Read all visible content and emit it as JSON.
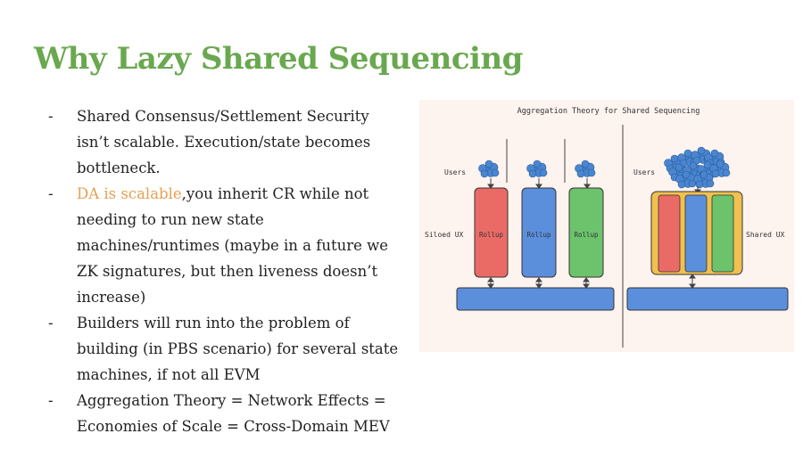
{
  "slide": {
    "title": "Why Lazy Shared Sequencing",
    "bullets": [
      {
        "parts": [
          {
            "text": "Shared Consensus/Settlement Security isn’t scalable. Execution/state becomes bottleneck.",
            "highlight": false
          }
        ]
      },
      {
        "parts": [
          {
            "text": "DA is scalable",
            "highlight": true
          },
          {
            "text": ",you inherit CR while not needing to run new state machines/runtimes (maybe in a future we ZK signatures, but then liveness doesn’t increase)",
            "highlight": false
          }
        ]
      },
      {
        "parts": [
          {
            "text": "Builders will run into the problem of building (in PBS scenario) for several state machines, if not all EVM",
            "highlight": false
          }
        ]
      },
      {
        "parts": [
          {
            "text": "Aggregation Theory = Network Effects = Economies of Scale = Cross-Domain MEV",
            "highlight": false
          }
        ]
      }
    ],
    "bullet_marker": "-",
    "highlight_color": "#e6a050",
    "title_color": "#6aa84f"
  },
  "diagram": {
    "title": "Aggregation Theory for Shared Sequencing",
    "left_label": "Siloed UX",
    "right_label": "Shared UX",
    "users_label_left": "Users",
    "users_label_right": "Users",
    "rollup_label": "Rollup",
    "rollup_colors": [
      "#ea6b66",
      "#5b8fdc",
      "#6cc36c"
    ],
    "base_color": "#5b8fdc",
    "shared_box_color": "#f0c050",
    "cloud_color": "#4a86d0"
  }
}
